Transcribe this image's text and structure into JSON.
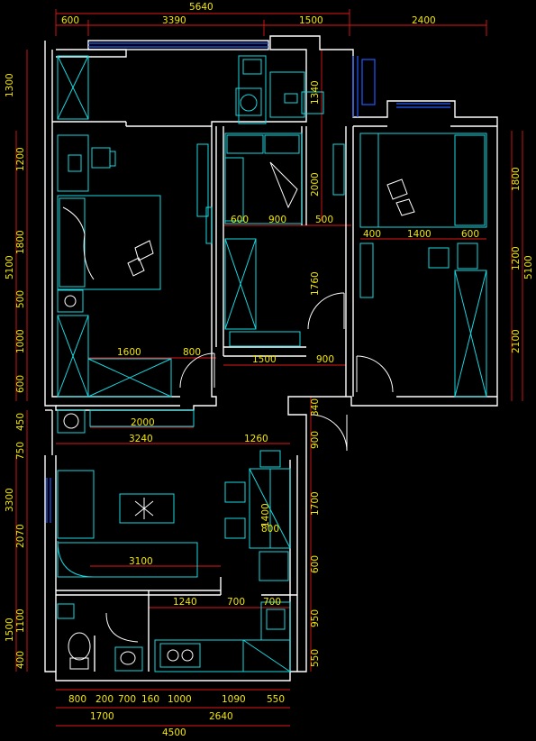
{
  "drawing": {
    "bg_color": "#000000",
    "wall_color": "#ffffff",
    "furniture_color": "#18d8e0",
    "dimension_line_color": "#e01818",
    "dimension_text_color": "#f2e600",
    "window_color": "#1e5cff"
  },
  "dimensions": {
    "top_overall": "5640",
    "top": [
      "600",
      "3390",
      "1500",
      "2400"
    ],
    "left_upper": [
      "1300",
      "1200",
      "5100",
      "1800",
      "500",
      "1000",
      "600"
    ],
    "left_lower": [
      "450",
      "750",
      "3300",
      "2070",
      "1500",
      "1100",
      "400"
    ],
    "right_block": [
      "1800",
      "1200",
      "5100",
      "2100"
    ],
    "right_column": [
      "340",
      "900",
      "1700",
      "600",
      "950",
      "550"
    ],
    "mid_vertical": [
      "1340",
      "2000",
      "1760"
    ],
    "mid_row": [
      "600",
      "900",
      "500"
    ],
    "bedroom_right": [
      "400",
      "1400",
      "600"
    ],
    "bedroom_left": [
      "1600",
      "800"
    ],
    "center_row": [
      "1500",
      "900"
    ],
    "tv_wall": "2000",
    "living_row": [
      "3240",
      "1260"
    ],
    "dining": [
      "1400",
      "800"
    ],
    "sofa": "3100",
    "kitchen_row": [
      "1240",
      "700",
      "700"
    ],
    "bottom_row1": [
      "800",
      "200",
      "700",
      "160",
      "1000",
      "1090",
      "550"
    ],
    "bottom_row2": [
      "1700",
      "2640"
    ],
    "bottom_overall": "4500"
  }
}
